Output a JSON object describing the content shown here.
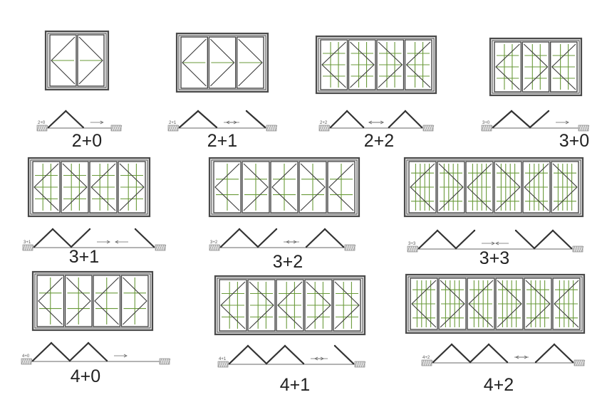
{
  "colors": {
    "frame": "#4a4a4a",
    "frame_fill": "#e6e6e6",
    "sash": "#3c3c3c",
    "glazing_bar": "#6a9a3a",
    "fold_line": "#333333",
    "track": "#9a9a9a",
    "hatch": "#777777",
    "label_text": "#222222"
  },
  "configurations": [
    {
      "label": "2+0",
      "left_panels": 2,
      "right_panels": 0,
      "muntin_style": "none",
      "side_label": "2+0"
    },
    {
      "label": "2+1",
      "left_panels": 2,
      "right_panels": 1,
      "muntin_style": "none",
      "side_label": "2+1"
    },
    {
      "label": "2+2",
      "left_panels": 2,
      "right_panels": 2,
      "muntin_style": "grid",
      "side_label": "2+2"
    },
    {
      "label": "3+0",
      "left_panels": 3,
      "right_panels": 0,
      "muntin_style": "grid",
      "side_label": "3+0"
    },
    {
      "label": "3+1",
      "left_panels": 3,
      "right_panels": 1,
      "muntin_style": "grid",
      "side_label": "3+1"
    },
    {
      "label": "3+2",
      "left_panels": 3,
      "right_panels": 2,
      "muntin_style": "cross",
      "side_label": "3+2"
    },
    {
      "label": "3+3",
      "left_panels": 3,
      "right_panels": 3,
      "muntin_style": "dense",
      "side_label": "3+3"
    },
    {
      "label": "4+0",
      "left_panels": 4,
      "right_panels": 0,
      "muntin_style": "cross",
      "side_label": "4+0"
    },
    {
      "label": "4+1",
      "left_panels": 4,
      "right_panels": 1,
      "muntin_style": "grid",
      "side_label": "4+1"
    },
    {
      "label": "4+2",
      "left_panels": 4,
      "right_panels": 2,
      "muntin_style": "dense",
      "side_label": "4+2"
    }
  ]
}
